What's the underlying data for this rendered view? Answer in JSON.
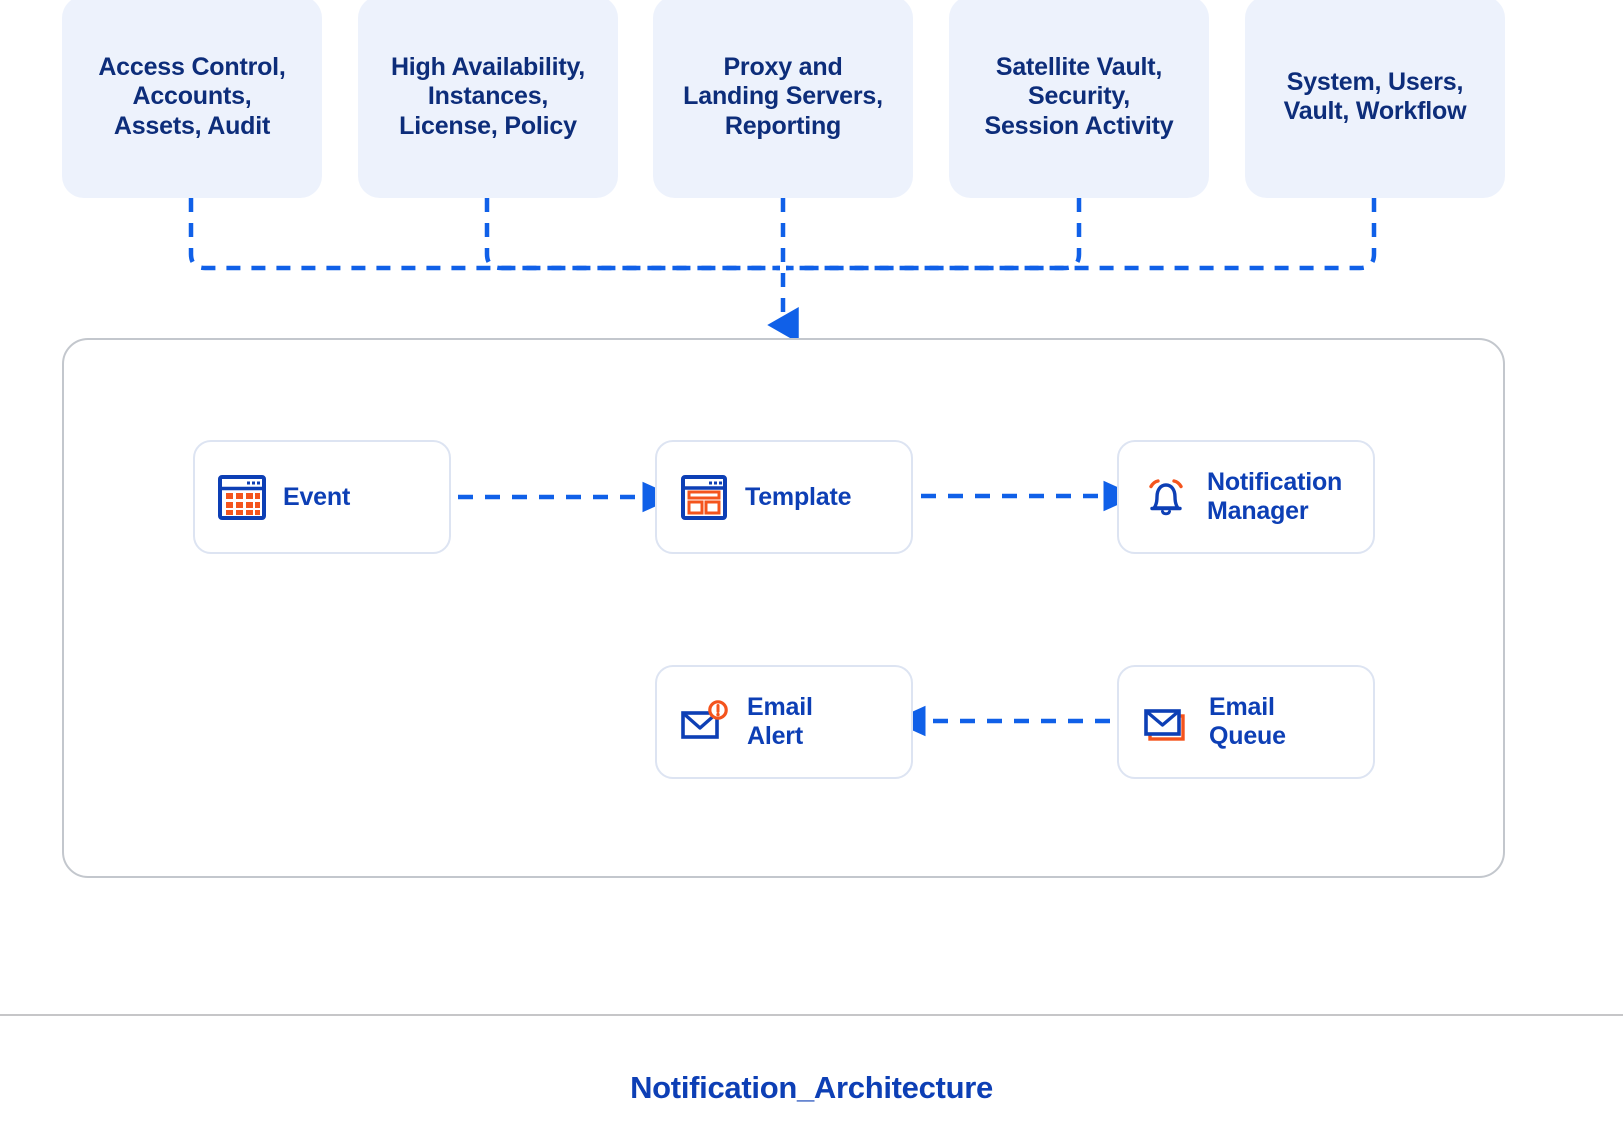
{
  "diagram": {
    "title": "Notification_Architecture",
    "colors": {
      "brand_blue": "#0d3fb5",
      "dark_navy": "#0d2d7a",
      "accent_orange": "#f4541d",
      "box_fill": "#edf2fc",
      "panel_border": "#c3c7cd",
      "card_border": "#dde4f2"
    },
    "source_boxes": [
      {
        "label": "Access Control,\nAccounts,\nAssets, Audit"
      },
      {
        "label": "High Availability,\nInstances,\nLicense, Policy"
      },
      {
        "label": "Proxy and\nLanding Servers,\nReporting"
      },
      {
        "label": "Satellite Vault,\nSecurity,\nSession Activity"
      },
      {
        "label": "System, Users,\nVault, Workflow"
      }
    ],
    "nodes": [
      {
        "id": "event",
        "label": "Event",
        "icon": "calendar-grid-icon"
      },
      {
        "id": "template",
        "label": "Template",
        "icon": "template-window-icon"
      },
      {
        "id": "notification-manager",
        "label": "Notification\nManager",
        "icon": "bell-icon"
      },
      {
        "id": "email-alert",
        "label": "Email\nAlert",
        "icon": "envelope-alert-icon"
      },
      {
        "id": "email-queue",
        "label": "Email\nQueue",
        "icon": "envelope-stack-icon"
      }
    ],
    "flows": [
      {
        "from": "event",
        "to": "template"
      },
      {
        "from": "template",
        "to": "notification-manager"
      },
      {
        "from": "email-queue",
        "to": "email-alert"
      },
      {
        "from": "source-boxes",
        "to": "notification-panel"
      }
    ]
  }
}
